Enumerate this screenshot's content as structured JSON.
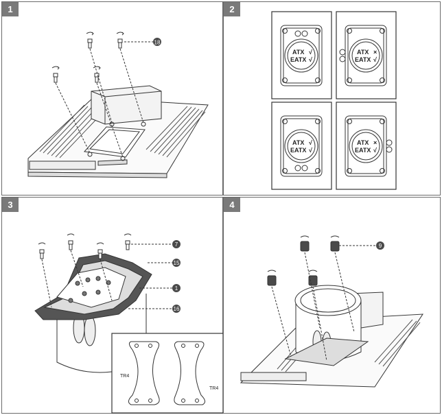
{
  "steps": {
    "s1": "1",
    "s2": "2",
    "s3": "3",
    "s4": "4"
  },
  "callouts": {
    "c18": "18",
    "c7": "7",
    "c15": "15",
    "c1": "1",
    "c16": "16",
    "c9": "9"
  },
  "compatibility": {
    "atx": "ATX",
    "eatx": "EATX",
    "check": "√",
    "cross": "×"
  },
  "bracket_label": "TR4",
  "colors": {
    "panel_border": "#6a6a6a",
    "badge": "#7a7a7a",
    "ink": "#333333",
    "fill_dark": "#4a4a4a"
  }
}
